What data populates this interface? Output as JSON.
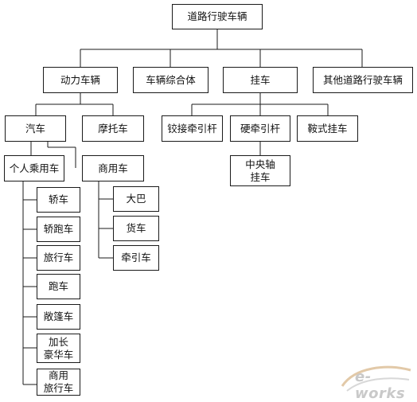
{
  "diagram": {
    "nodes": [
      {
        "id": "root",
        "label": "道路行驶车辆"
      },
      {
        "id": "power",
        "label": "动力车辆"
      },
      {
        "id": "combo",
        "label": "车辆综合体"
      },
      {
        "id": "trailer",
        "label": "挂车"
      },
      {
        "id": "other",
        "label": "其他道路行驶车辆"
      },
      {
        "id": "auto",
        "label": "汽车"
      },
      {
        "id": "moto",
        "label": "摩托车"
      },
      {
        "id": "hinge",
        "label": "铰接牵引杆"
      },
      {
        "id": "rigid",
        "label": "硬牵引杆"
      },
      {
        "id": "saddle",
        "label": "鞍式挂车"
      },
      {
        "id": "central",
        "label": "中央轴\n挂车"
      },
      {
        "id": "personal",
        "label": "个人乘用车"
      },
      {
        "id": "commercial",
        "label": "商用车"
      },
      {
        "id": "sedan",
        "label": "轿车"
      },
      {
        "id": "sportsedan",
        "label": "轿跑车"
      },
      {
        "id": "touring",
        "label": "旅行车"
      },
      {
        "id": "sports",
        "label": "跑车"
      },
      {
        "id": "convertible",
        "label": "敞篷车"
      },
      {
        "id": "limo",
        "label": "加长\n豪华车"
      },
      {
        "id": "commtouring",
        "label": "商用\n旅行车"
      },
      {
        "id": "bus",
        "label": "大巴"
      },
      {
        "id": "truck",
        "label": "货车"
      },
      {
        "id": "tractor",
        "label": "牵引车"
      }
    ]
  },
  "watermark": {
    "text": "e-works"
  }
}
